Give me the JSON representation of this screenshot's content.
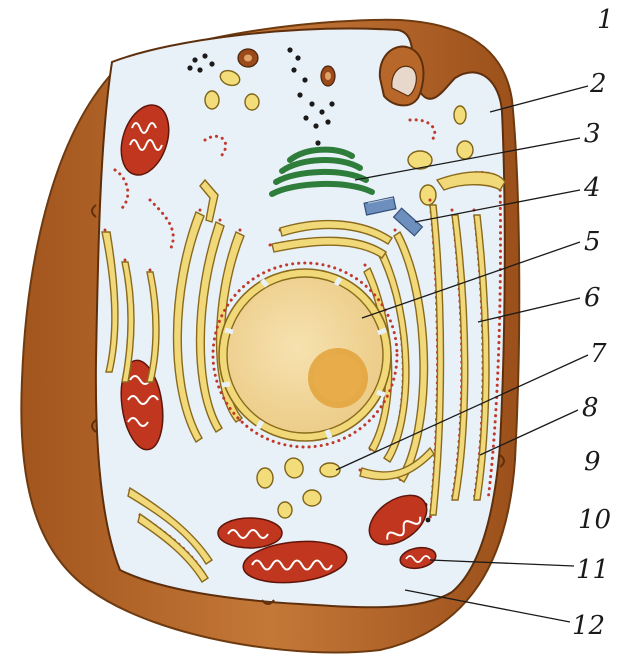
{
  "colors": {
    "cell_wall": "#b7672a",
    "cytoplasm": "#e8f0f8",
    "mitochondria": "#c0361e",
    "golgi": "#2f7d3b",
    "er": "#f1d979",
    "nucleus": "#f3d89a",
    "nucleolus": "#e3a53f",
    "ribosome": "#c0392b",
    "centriole": "#5b7fae"
  },
  "labels": [
    {
      "text": "1"
    },
    {
      "text": "2"
    },
    {
      "text": "3"
    },
    {
      "text": "4"
    },
    {
      "text": "5"
    },
    {
      "text": "6"
    },
    {
      "text": "7"
    },
    {
      "text": "8"
    },
    {
      "text": "9"
    },
    {
      "text": "10"
    },
    {
      "text": "11"
    },
    {
      "text": "12"
    }
  ]
}
